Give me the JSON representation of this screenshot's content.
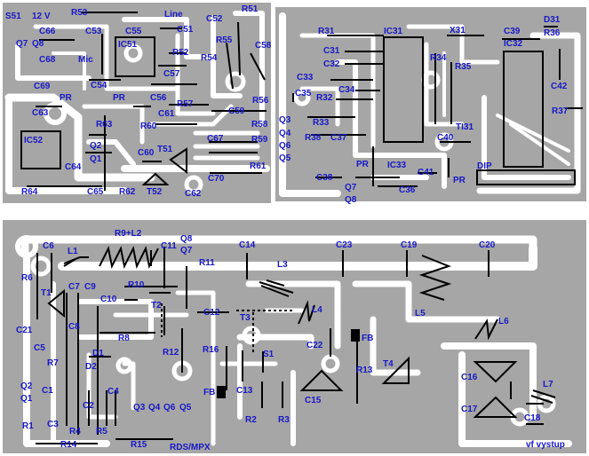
{
  "colors": {
    "board": "#a6a6a6",
    "copper": "#ffffff",
    "components": "#000000",
    "labels": "#1818c8",
    "background": "#ffffff"
  },
  "panels": {
    "top_left": {
      "labels": [
        "S51",
        "12 V",
        "R53",
        "Line",
        "C52",
        "R51",
        "C66",
        "Q7",
        "Q8",
        "C53",
        "C55",
        "C51",
        "IC51",
        "R55",
        "C58",
        "C68",
        "Mic",
        "R52",
        "R54",
        "C69",
        "C54",
        "C57",
        "PR",
        "PR",
        "C56",
        "R56",
        "C63",
        "R57",
        "C59",
        "R63",
        "C61",
        "R60",
        "R58",
        "IC52",
        "C67",
        "R59",
        "Q2",
        "T51",
        "Q1",
        "C60",
        "C64",
        "R61",
        "C70",
        "R64",
        "C65",
        "R62",
        "T52",
        "C62"
      ]
    },
    "top_right": {
      "labels": [
        "D31",
        "R31",
        "IC31",
        "X31",
        "C39",
        "R36",
        "C31",
        "IC32",
        "C32",
        "R34",
        "C33",
        "R35",
        "C42",
        "C35",
        "C34",
        "R32",
        "R37",
        "Q3",
        "R33",
        "TI31",
        "Q4",
        "R38",
        "C37",
        "Q6",
        "C40",
        "Q5",
        "PR",
        "IC33",
        "C41",
        "DIP",
        "C38",
        "Q7",
        "C36",
        "PR",
        "Q8"
      ]
    },
    "bottom": {
      "labels": [
        "R9+L2",
        "Q8",
        "C6",
        "C11",
        "C14",
        "C23",
        "C19",
        "C20",
        "L1",
        "Q7",
        "R11",
        "R6",
        "L3",
        "C7",
        "C9",
        "R10",
        "T1",
        "C10",
        "T2",
        "L4",
        "C21",
        "C8",
        "C12",
        "T3",
        "L5",
        "L6",
        "R8",
        "FB",
        "C22",
        "C5",
        "R12",
        "R16",
        "D1",
        "S1",
        "R7",
        "T4",
        "R13",
        "C16",
        "D2",
        "C4",
        "FB",
        "C13",
        "Q2",
        "C1",
        "C15",
        "L7",
        "Q1",
        "C2",
        "Q3",
        "Q4",
        "Q6",
        "Q5",
        "C17",
        "C18",
        "R1",
        "C3",
        "R4",
        "R5",
        "R2",
        "R3",
        "R14",
        "R15",
        "RDS/MPX",
        "vf vystup"
      ]
    }
  }
}
